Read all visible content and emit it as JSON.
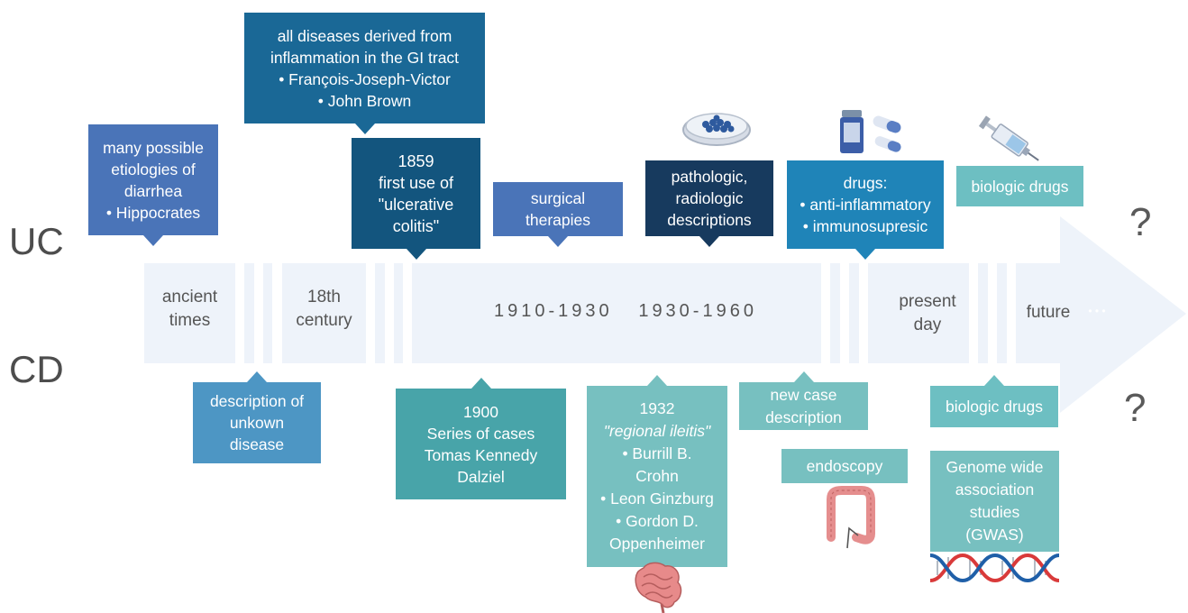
{
  "rows": {
    "uc": "UC",
    "cd": "CD"
  },
  "question_marks": [
    "?",
    "?"
  ],
  "timeline": {
    "ancient": [
      "ancient",
      "times"
    ],
    "century18": [
      "18th",
      "century"
    ],
    "years": "1910-1930   1930-1960",
    "present": [
      "present",
      "day"
    ],
    "future": "future",
    "dots": "• • •"
  },
  "uc_boxes": {
    "hippocrates": [
      "many possible",
      "etiologies of",
      "diarrhea",
      "• Hippocrates"
    ],
    "inflammation": [
      "all diseases derived from",
      "inflammation in the GI tract",
      "• François-Joseph-Victor",
      "• John Brown"
    ],
    "uc1859": [
      "1859",
      "first use of",
      "\"ulcerative",
      "colitis\""
    ],
    "surgical": [
      "surgical",
      "therapies"
    ],
    "pathologic": [
      "pathologic,",
      "radiologic",
      "descriptions"
    ],
    "drugs": [
      "drugs:",
      "• anti-inflammatory",
      "• immunosupresic"
    ],
    "biologic": [
      "biologic drugs"
    ]
  },
  "cd_boxes": {
    "unknown": [
      "description of",
      "unkown",
      "disease"
    ],
    "dalziel": [
      "1900",
      "Series of cases",
      "Tomas Kennedy",
      "Dalziel"
    ],
    "crohn": [
      "1932",
      "\"regional ileitis\"",
      "• Burrill B.",
      "Crohn",
      "• Leon Ginzburg",
      "• Gordon D.",
      "Oppenheimer"
    ],
    "newcase": [
      "new case",
      "description"
    ],
    "endoscopy": [
      "endoscopy"
    ],
    "biologic": [
      "biologic drugs"
    ],
    "gwas": [
      "Genome wide",
      "association",
      "studies",
      "(GWAS)"
    ]
  },
  "colors": {
    "uc_light": "#4a74b8",
    "uc_mid": "#1a6896",
    "uc_dark": "#13557e",
    "uc_navy": "#173a5e",
    "uc_drugs": "#1f84b8",
    "teal_light": "#6dbfc2",
    "cd_blue": "#4d96c4",
    "cd_teal": "#48a4a9",
    "cd_teal_light": "#77c0c0",
    "band": "#eef3fa"
  }
}
